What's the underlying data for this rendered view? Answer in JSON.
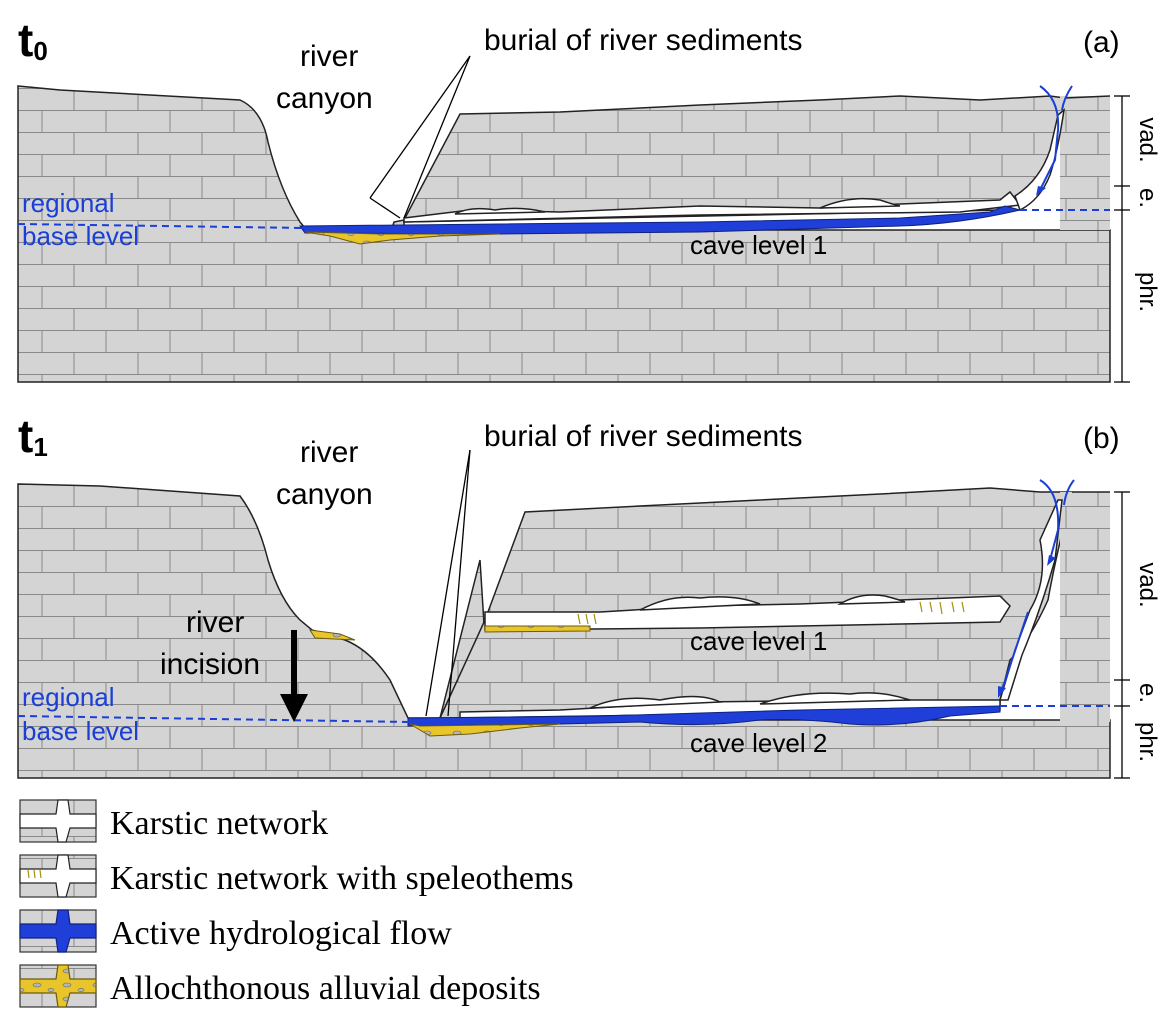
{
  "panels": [
    {
      "time_label": "t",
      "time_sub": "0",
      "panel_letter": "(a)",
      "river_canyon": [
        "river",
        "canyon"
      ],
      "burial": "burial of river sediments",
      "base_level": [
        "regional",
        "base level"
      ],
      "cave_levels": [
        "cave level 1"
      ],
      "zones": [
        "vad.",
        "e.",
        "phr."
      ]
    },
    {
      "time_label": "t",
      "time_sub": "1",
      "panel_letter": "(b)",
      "river_canyon": [
        "river",
        "canyon"
      ],
      "incision": [
        "river",
        "incision"
      ],
      "burial": "burial of river sediments",
      "base_level": [
        "regional",
        "base level"
      ],
      "cave_levels": [
        "cave level 1",
        "cave level 2"
      ],
      "zones": [
        "vad.",
        "e.",
        "phr."
      ]
    }
  ],
  "legend": [
    {
      "label": "Karstic network"
    },
    {
      "label": "Karstic network with speleothems"
    },
    {
      "label": "Active hydrological flow"
    },
    {
      "label": "Allochthonous alluvial deposits"
    }
  ],
  "colors": {
    "rock": "#d4d4d4",
    "water": "#1f3fd8",
    "sediment": "#e8c52a",
    "base_level_line": "#1a3fd6"
  }
}
